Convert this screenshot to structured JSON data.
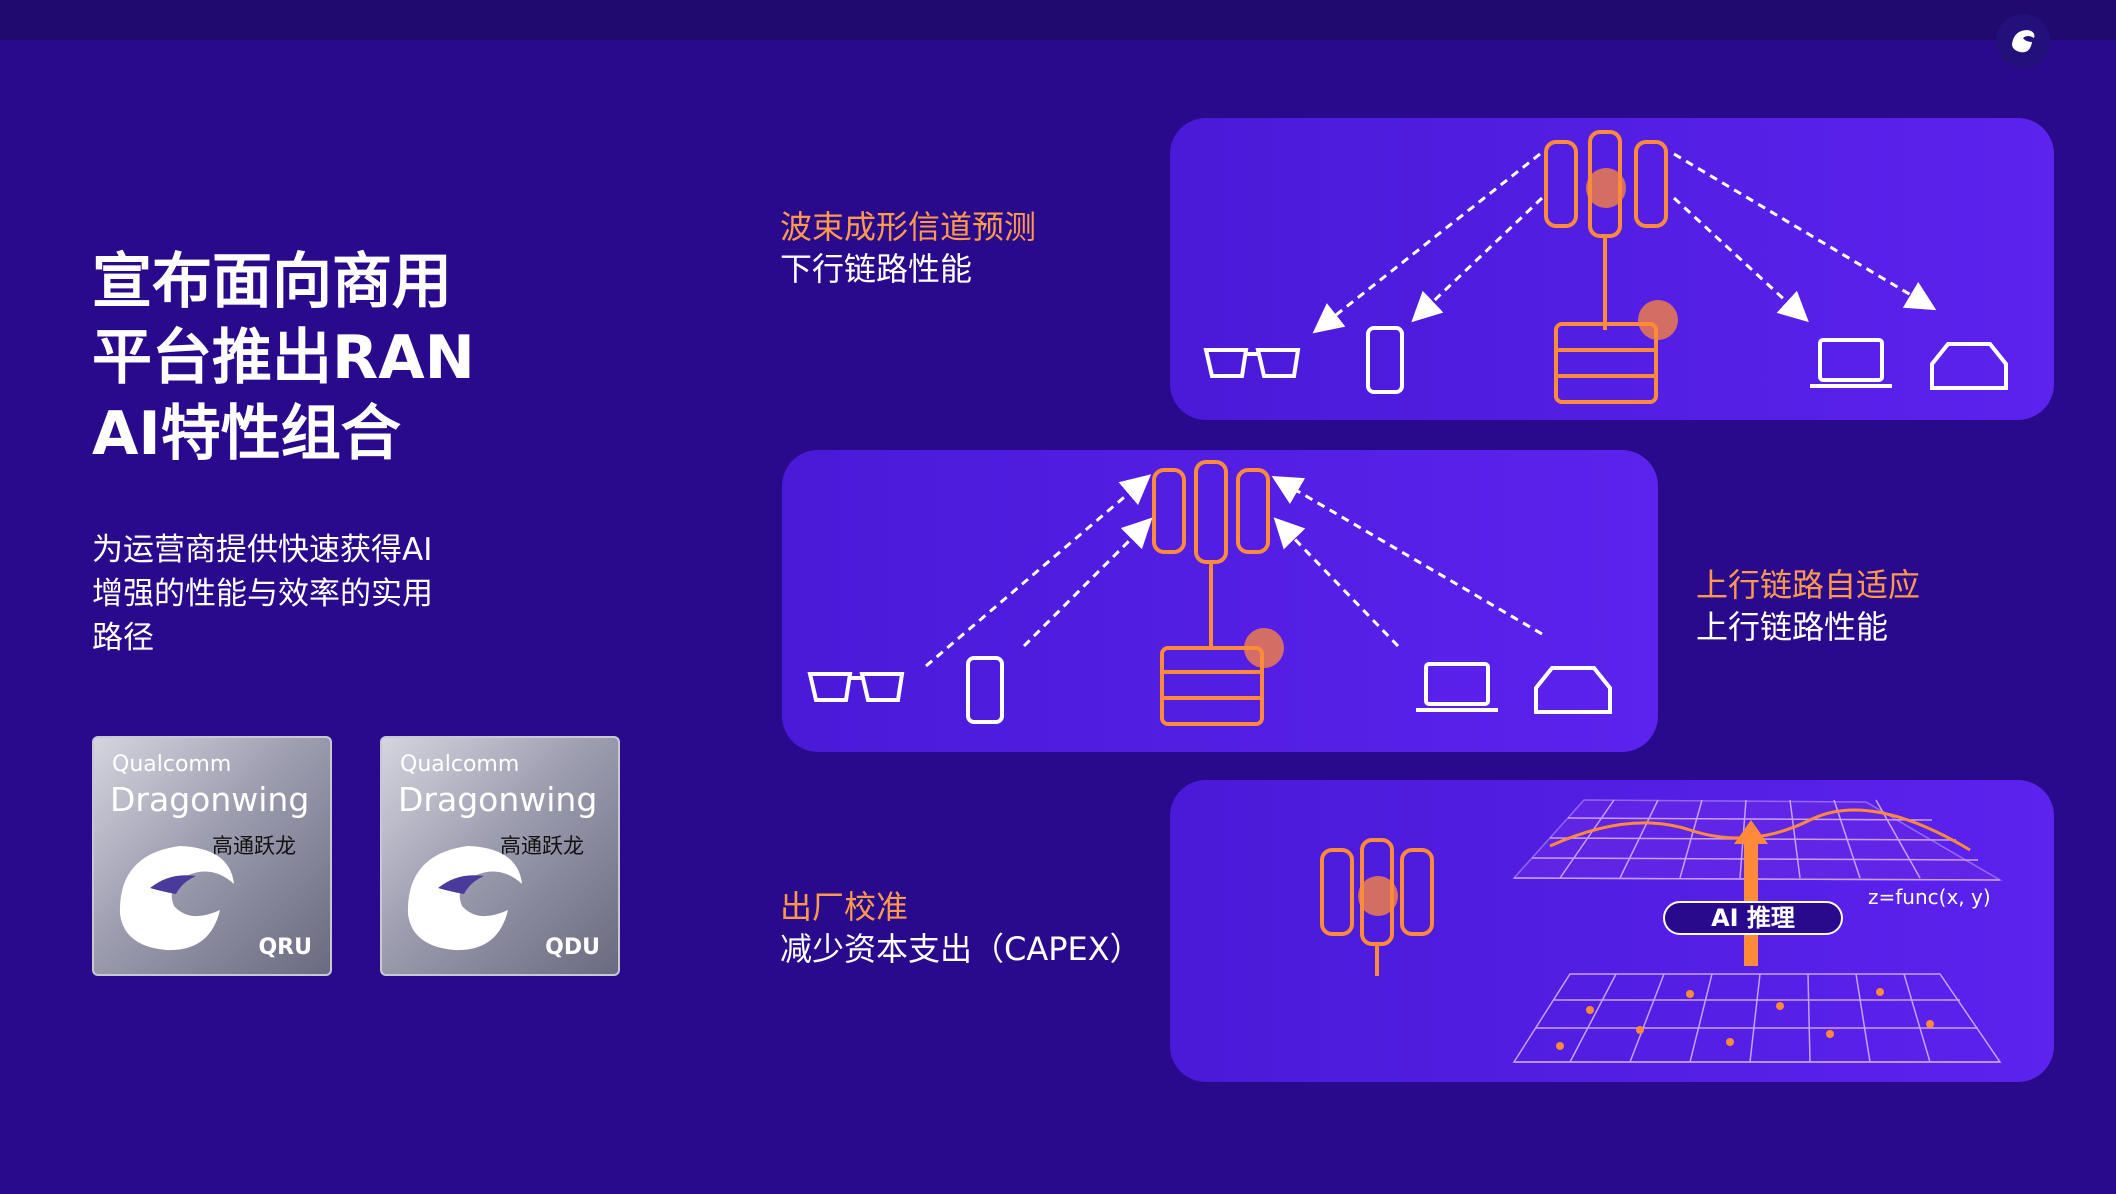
{
  "title_lines": [
    "宣布面向商用",
    "平台推出RAN",
    "AI特性组合"
  ],
  "subtitle_lines": [
    "为运营商提供快速获得AI",
    "增强的性能与效率的实用",
    "路径"
  ],
  "badges": [
    {
      "brand": "Qualcomm",
      "name": "Dragonwing",
      "cn": "高通跃龙",
      "code": "QRU"
    },
    {
      "brand": "Qualcomm",
      "name": "Dragonwing",
      "cn": "高通跃龙",
      "code": "QDU"
    }
  ],
  "panel1": {
    "heading": "波束成形信道预测",
    "sub": "下行链路性能"
  },
  "panel2": {
    "heading": "上行链路自适应",
    "sub": "上行链路性能"
  },
  "panel3": {
    "heading": "出厂校准",
    "sub": "减少资本支出（CAPEX）",
    "formula": "z=func(x, y)",
    "infer_label": "AI 推理"
  },
  "ai_tag": "AI",
  "colors": {
    "background": "#2a0a8c",
    "panel": "#5520e8",
    "accent_orange": "#ff8a3a",
    "heading_orange": "#ff9a4c"
  }
}
